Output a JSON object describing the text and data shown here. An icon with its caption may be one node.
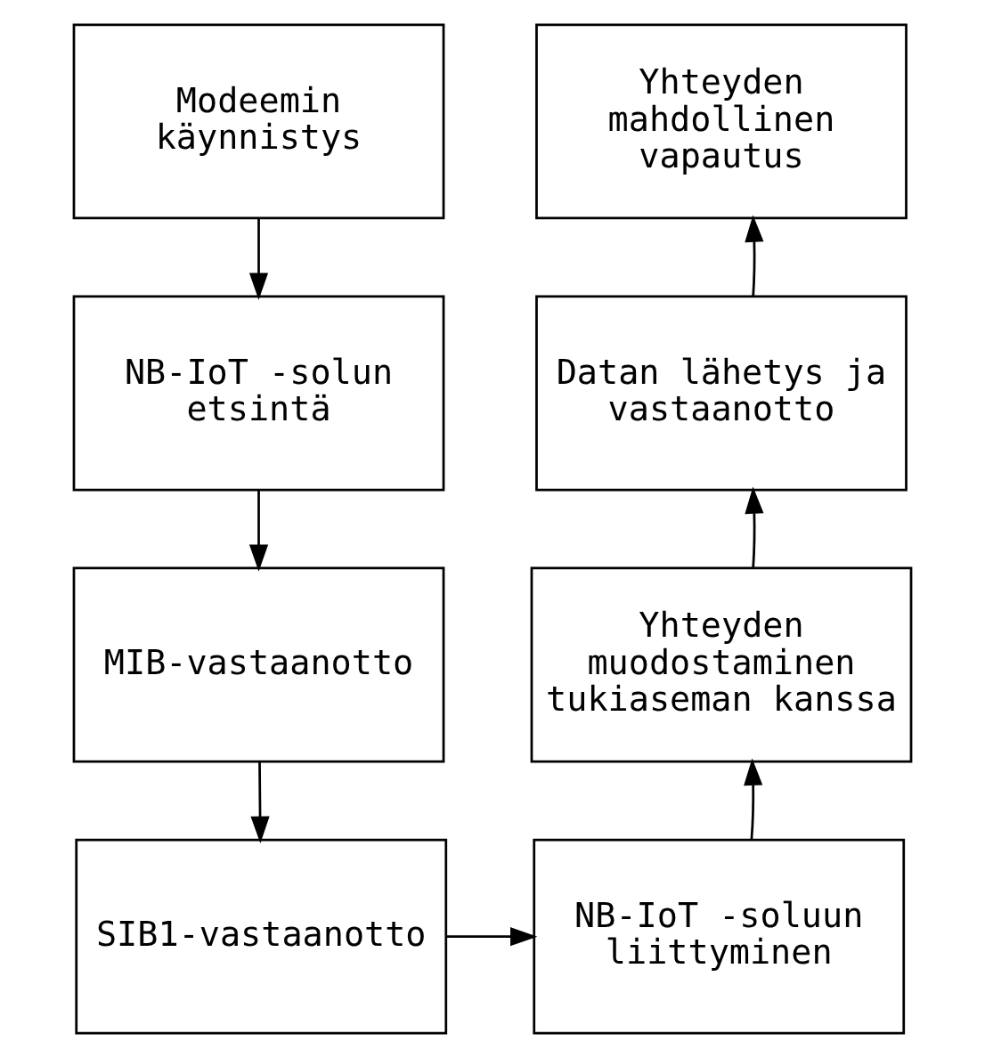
{
  "diagram": {
    "nodes": [
      {
        "text": [
          "Modeemin käynnistys"
        ]
      },
      {
        "text": [
          "NB-IoT -solun etsintä"
        ]
      },
      {
        "text": [
          "MIB-vastaanotto"
        ]
      },
      {
        "text": [
          "SIB1-vastaanotto"
        ]
      },
      {
        "text": [
          "NB-IoT -soluun liittyminen"
        ]
      },
      {
        "text": [
          "Yhteyden muodostaminen tukiaseman kanssa"
        ]
      },
      {
        "text": [
          "Datan lähetys ja vastaanotto"
        ]
      },
      {
        "text": [
          "Yhteyden mahdollinen vapautus"
        ]
      }
    ],
    "edges": [
      {
        "from": 0,
        "to": 1,
        "arrow": "to"
      },
      {
        "from": 1,
        "to": 2,
        "arrow": "to"
      },
      {
        "from": 2,
        "to": 3,
        "arrow": "to"
      },
      {
        "from": 3,
        "to": 4,
        "arrow": "to"
      },
      {
        "from": 4,
        "to": 5,
        "arrow": "to"
      },
      {
        "from": 5,
        "to": 6,
        "arrow": "to"
      },
      {
        "from": 6,
        "to": 7,
        "arrow": "to"
      }
    ]
  }
}
